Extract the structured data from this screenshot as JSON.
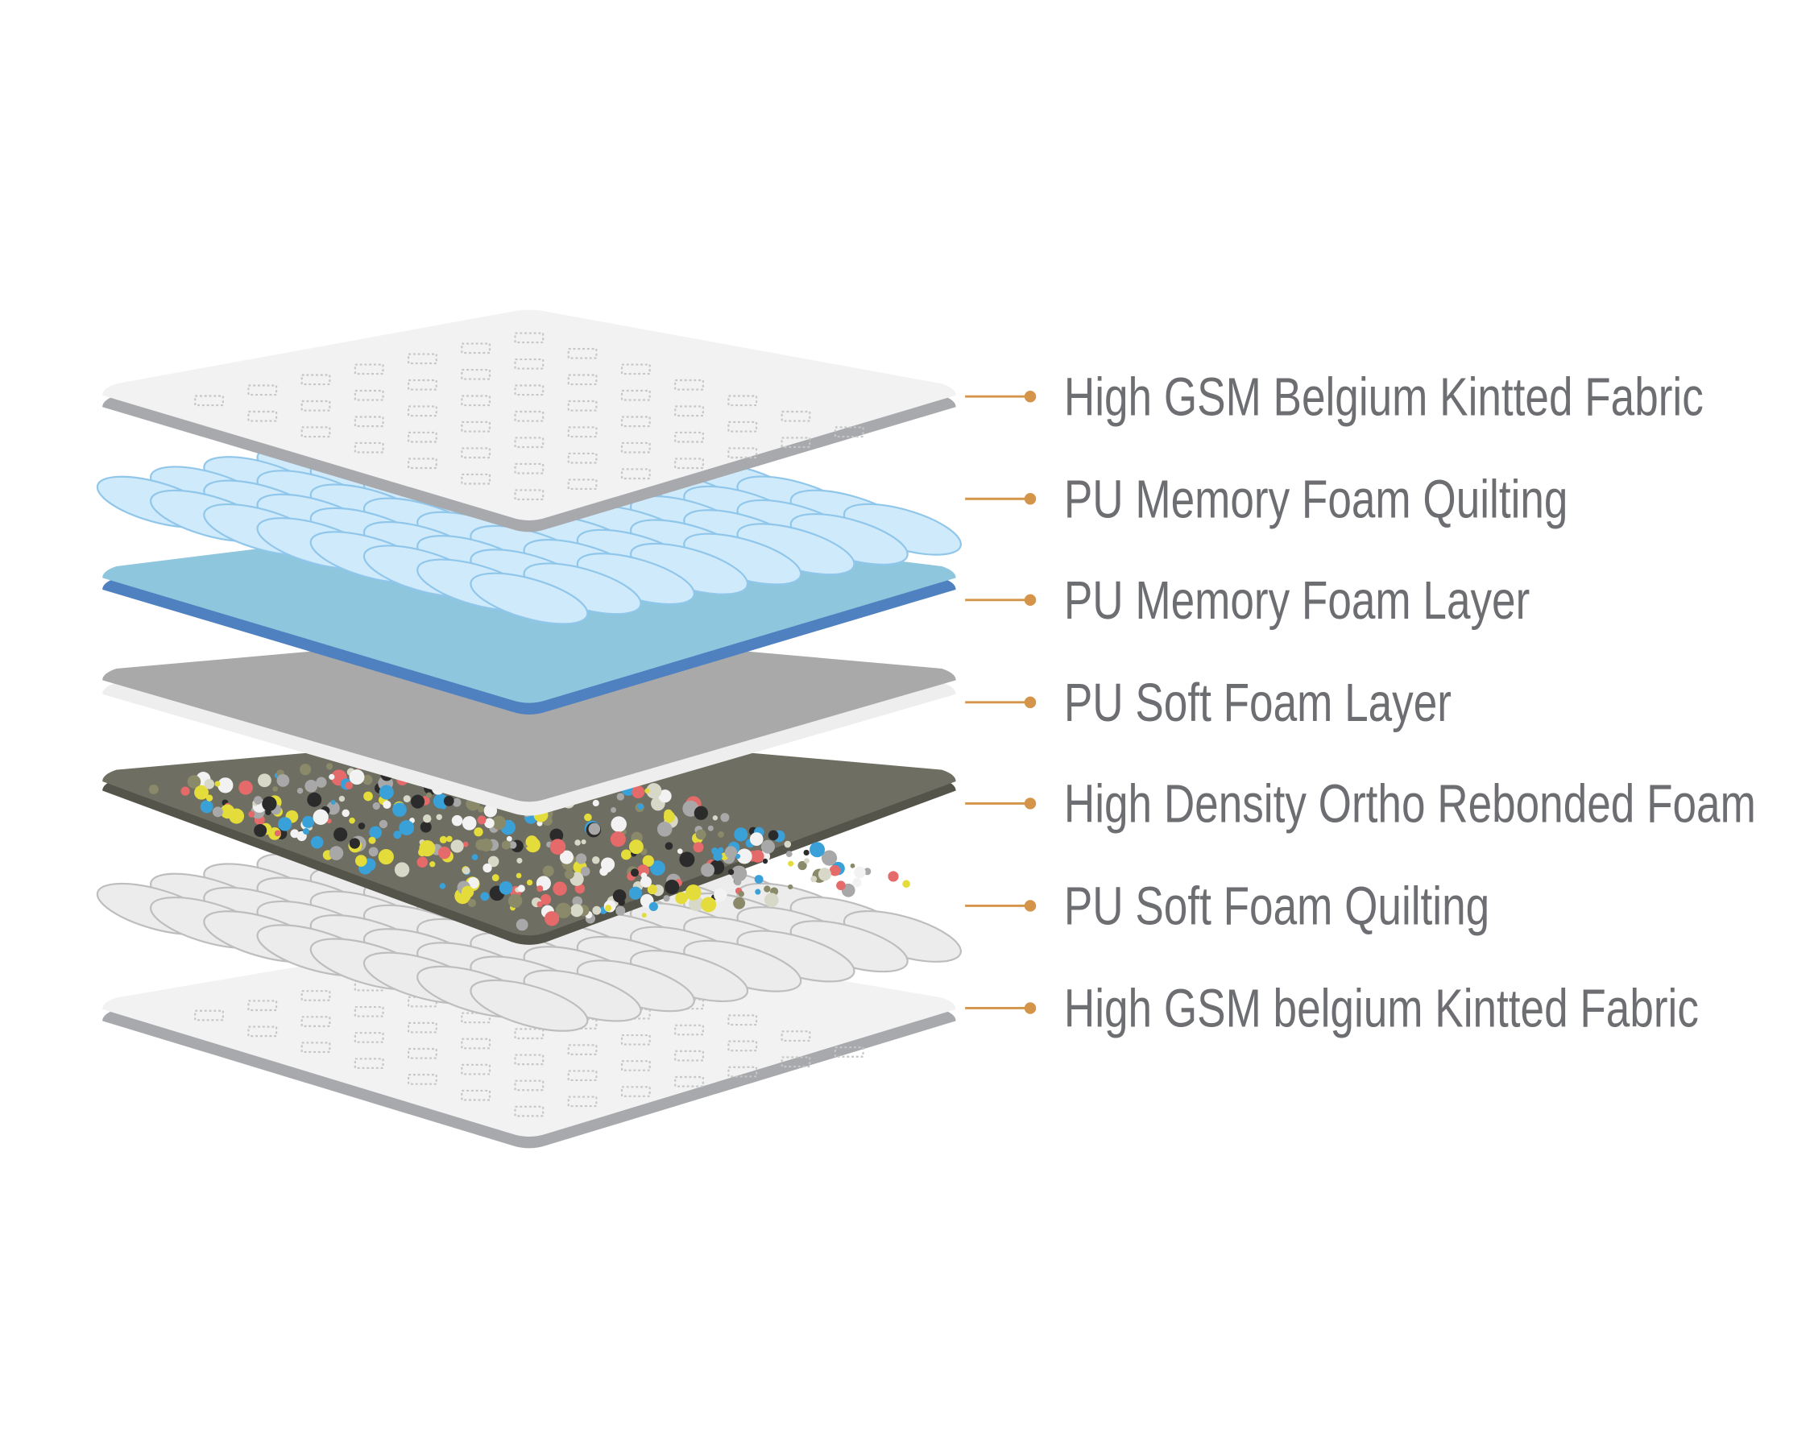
{
  "layers": [
    {
      "label": "High GSM Belgium Kintted Fabric",
      "kind": "fabric"
    },
    {
      "label": "PU Memory Foam Quilting",
      "kind": "quilt-blue"
    },
    {
      "label": "PU Memory Foam Layer",
      "kind": "foam-blue"
    },
    {
      "label": "PU Soft Foam Layer",
      "kind": "foam-grey"
    },
    {
      "label": "High Density Ortho Rebonded Foam",
      "kind": "rebonded"
    },
    {
      "label": "PU Soft Foam Quilting",
      "kind": "quilt-white"
    },
    {
      "label": "High GSM belgium Kintted Fabric",
      "kind": "fabric"
    }
  ],
  "colors": {
    "leader": "#d4944a",
    "text": "#6d6e71",
    "fabric_top": "#f2f2f2",
    "fabric_edge": "#a7a9ac",
    "blue_foam": "#8ec6dd",
    "blue_edge": "#4f80c0",
    "grey_foam": "#a9a9a9",
    "grey_edge": "#eeeeee",
    "quilt_blue": "#cfeafb",
    "quilt_white": "#ececec"
  }
}
